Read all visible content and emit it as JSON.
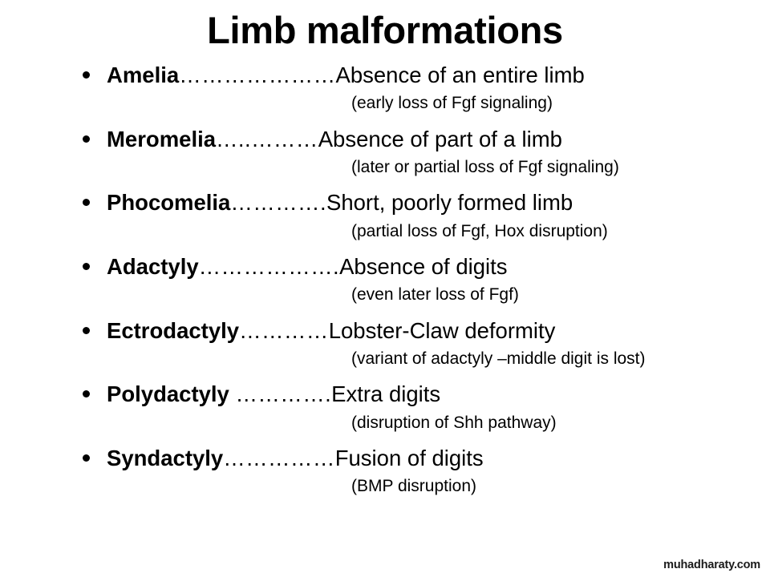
{
  "slide": {
    "title": "Limb malformations",
    "background_color": "#ffffff",
    "text_color": "#000000",
    "items": [
      {
        "term": "Amelia",
        "leader": "…………………",
        "definition": "Absence of an entire limb",
        "note": "(early loss of Fgf signaling)"
      },
      {
        "term": "Meromelia",
        "leader": "…..………",
        "definition": "Absence of part of a limb",
        "note": "(later or partial loss of Fgf signaling)"
      },
      {
        "term": "Phocomelia",
        "leader": "………….",
        "definition": "Short, poorly formed limb",
        "note": "(partial loss of Fgf, Hox disruption)"
      },
      {
        "term": "Adactyly",
        "leader": "……………….",
        "definition": "Absence of digits",
        "note": "(even later loss of Fgf)"
      },
      {
        "term": "Ectrodactyly",
        "leader": "…………",
        "definition": "Lobster-Claw deformity",
        "note": "(variant of adactyly –middle digit is lost)"
      },
      {
        "term": "Polydactyly ",
        "leader": "………….",
        "definition": "Extra digits",
        "note": "(disruption of Shh pathway)"
      },
      {
        "term": "Syndactyly",
        "leader": "……………",
        "definition": "Fusion of digits",
        "note": "(BMP disruption)"
      }
    ]
  },
  "footer": {
    "watermark": "muhadharaty.com"
  }
}
